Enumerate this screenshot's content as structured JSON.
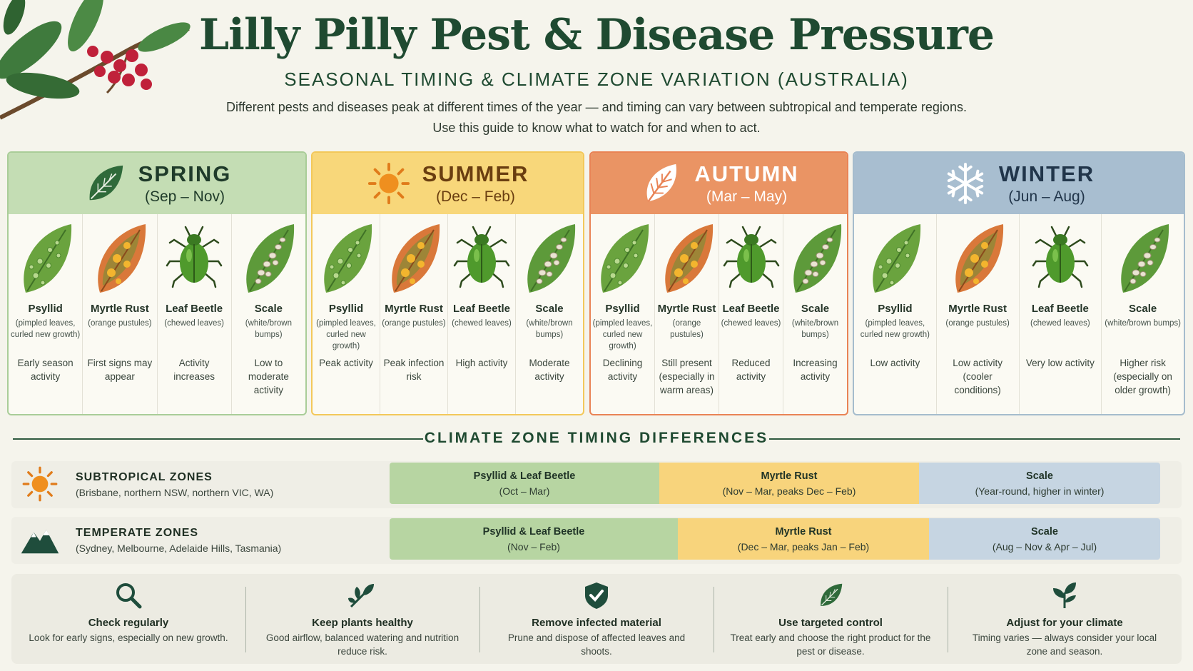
{
  "header": {
    "title": "Lilly Pilly Pest & Disease Pressure",
    "subtitle": "SEASONAL TIMING & CLIMATE ZONE VARIATION (AUSTRALIA)",
    "intro_line1": "Different pests and diseases peak at different times of the year — and timing can vary between subtropical and temperate regions.",
    "intro_line2": "Use this guide to know what to watch for and when to act."
  },
  "pests": [
    {
      "name": "Psyllid",
      "desc": "(pimpled leaves, curled new growth)",
      "icon": "psyllid-leaf-icon"
    },
    {
      "name": "Myrtle Rust",
      "desc": "(orange pustules)",
      "icon": "rust-leaf-icon"
    },
    {
      "name": "Leaf Beetle",
      "desc": "(chewed leaves)",
      "icon": "beetle-icon"
    },
    {
      "name": "Scale",
      "desc": "(white/brown bumps)",
      "icon": "scale-leaf-icon"
    }
  ],
  "seasons": [
    {
      "key": "spring",
      "name": "SPRING",
      "range": "(Sep – Nov)",
      "icon": "leaf-icon",
      "head_color": "#c4ddb4",
      "border_color": "#a9cd98",
      "text_color": "#1f3b2a",
      "activity": [
        "Early season activity",
        "First signs may appear",
        "Activity increases",
        "Low to moderate activity"
      ]
    },
    {
      "key": "summer",
      "name": "SUMMER",
      "range": "(Dec – Feb)",
      "icon": "sun-icon",
      "head_color": "#f8d77a",
      "border_color": "#f3c85a",
      "text_color": "#6a3e10",
      "activity": [
        "Peak activity",
        "Peak infection risk",
        "High activity",
        "Moderate activity"
      ]
    },
    {
      "key": "autumn",
      "name": "AUTUMN",
      "range": "(Mar – May)",
      "icon": "autumn-leaf-icon",
      "head_color": "#ea9464",
      "border_color": "#e98355",
      "text_color": "#ffffff",
      "activity": [
        "Declining activity",
        "Still present (especially in warm areas)",
        "Reduced activity",
        "Increasing activity"
      ]
    },
    {
      "key": "winter",
      "name": "WINTER",
      "range": "(Jun – Aug)",
      "icon": "snowflake-icon",
      "head_color": "#a8bed0",
      "border_color": "#a5bccd",
      "text_color": "#21354a",
      "activity": [
        "Low activity",
        "Low activity (cooler conditions)",
        "Very low activity",
        "Higher risk (especially on older growth)"
      ]
    }
  ],
  "climate": {
    "title": "CLIMATE ZONE TIMING DIFFERENCES",
    "zones": [
      {
        "name": "SUBTROPICAL ZONES",
        "places": "(Brisbane, northern NSW, northern VIC, WA)",
        "icon": "sun-icon",
        "bars": [
          {
            "name": "Psyllid & Leaf Beetle",
            "range": "(Oct – Mar)",
            "color": "#b7d5a2"
          },
          {
            "name": "Myrtle Rust",
            "range": "(Nov – Mar, peaks Dec – Feb)",
            "color": "#f8d47c"
          },
          {
            "name": "Scale",
            "range": "(Year-round, higher in winter)",
            "color": "#c6d5e2"
          }
        ]
      },
      {
        "name": "TEMPERATE ZONES",
        "places": "(Sydney, Melbourne, Adelaide Hills, Tasmania)",
        "icon": "mountain-icon",
        "bars": [
          {
            "name": "Psyllid & Leaf Beetle",
            "range": "(Nov – Feb)",
            "color": "#b7d5a2"
          },
          {
            "name": "Myrtle Rust",
            "range": "(Dec – Mar, peaks Jan – Feb)",
            "color": "#f8d47c"
          },
          {
            "name": "Scale",
            "range": "(Aug – Nov & Apr – Jul)",
            "color": "#c6d5e2"
          }
        ]
      }
    ]
  },
  "tips": [
    {
      "title": "Check regularly",
      "text": "Look for early signs, especially on new growth.",
      "icon": "magnifier-icon"
    },
    {
      "title": "Keep plants healthy",
      "text": "Good airflow, balanced watering and nutrition reduce risk.",
      "icon": "plant-icon"
    },
    {
      "title": "Remove infected material",
      "text": "Prune and dispose of affected leaves and shoots.",
      "icon": "shield-check-icon"
    },
    {
      "title": "Use targeted control",
      "text": "Treat early and choose the right product for the pest or disease.",
      "icon": "leaf-icon"
    },
    {
      "title": "Adjust for your climate",
      "text": "Timing varies — always consider your local zone and season.",
      "icon": "sprout-icon"
    }
  ]
}
